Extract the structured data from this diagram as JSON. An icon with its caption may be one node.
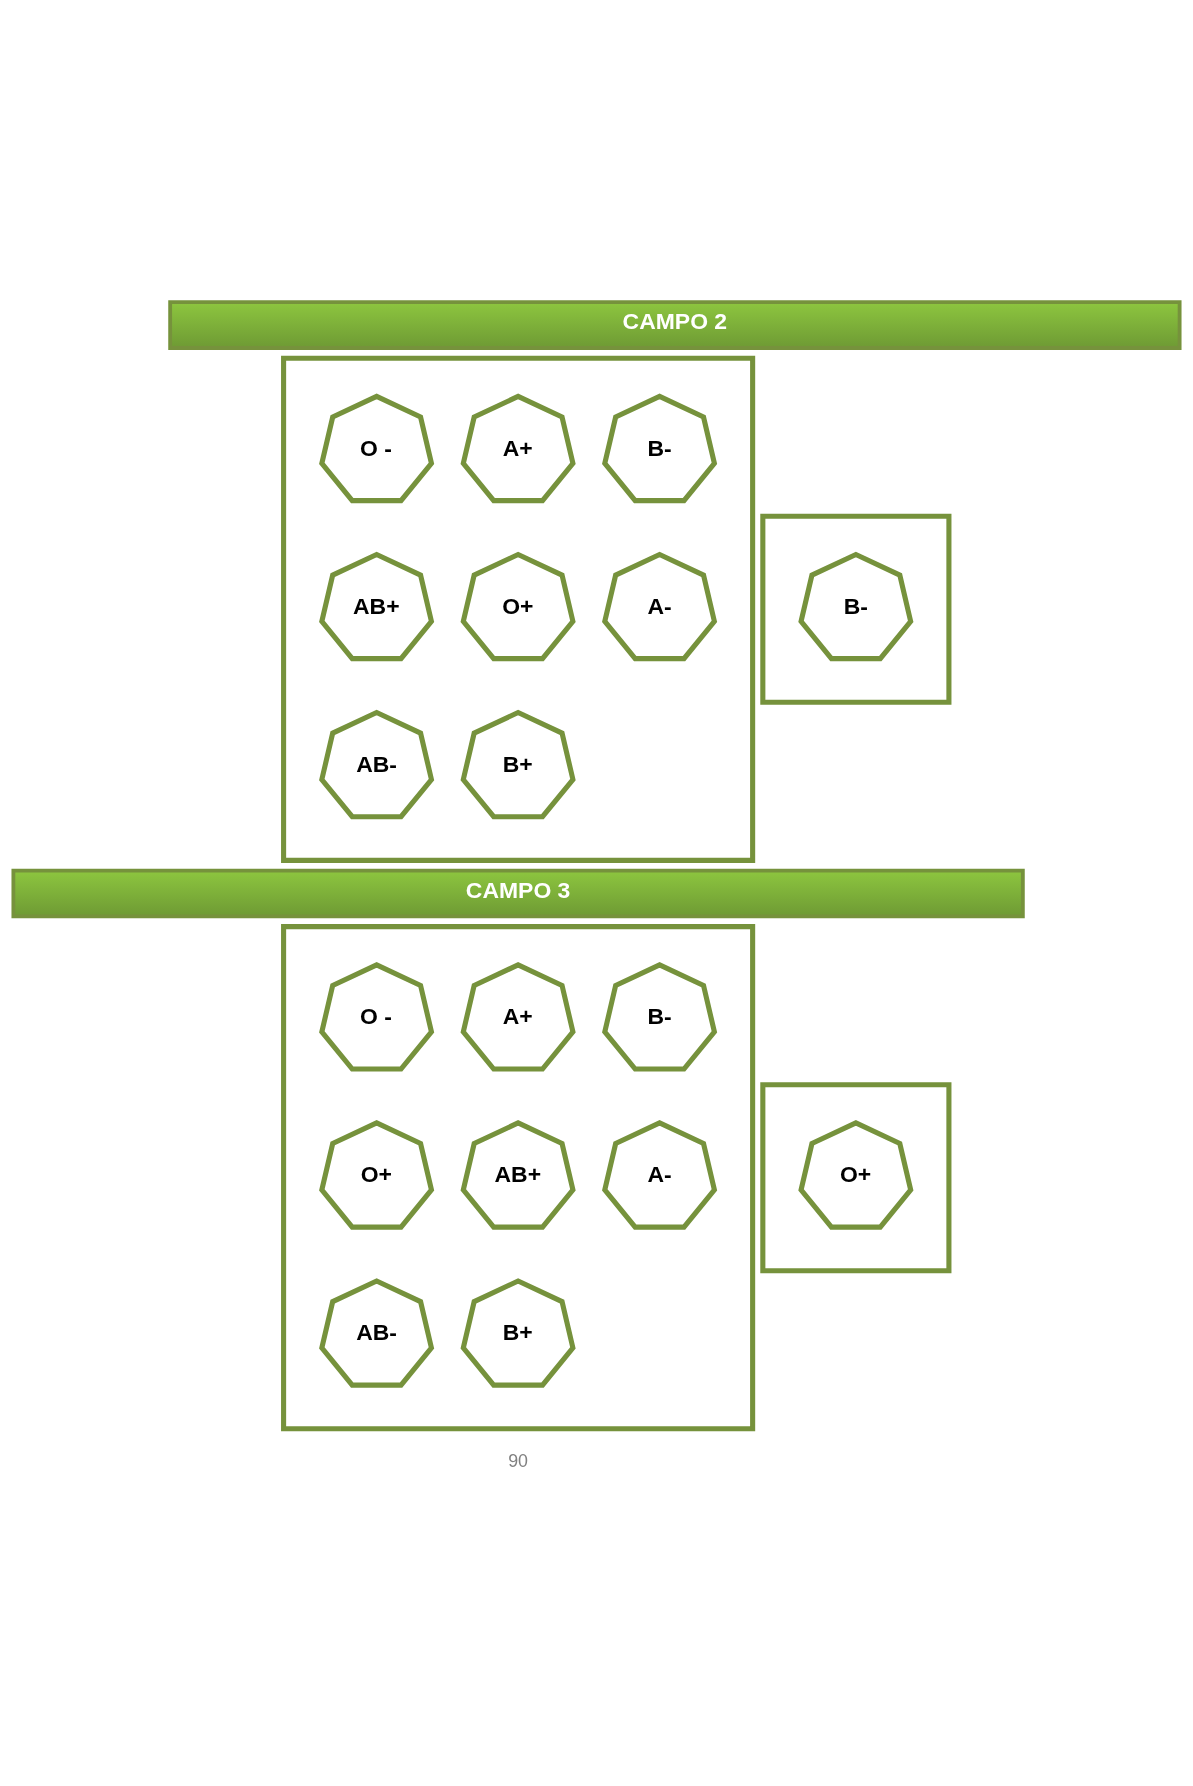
{
  "diagram": {
    "nodes": [
      {
        "text": [
          "CAMPO 2"
        ]
      },
      {
        "text": [],
        "shape": "box"
      },
      {
        "text": [
          "B-"
        ],
        "in": 1
      },
      {
        "text": [],
        "shape": "box"
      },
      {
        "text": [
          "O -"
        ],
        "in": 3
      },
      {
        "text": [
          "A+"
        ],
        "in": 3
      },
      {
        "text": [
          "B-"
        ],
        "in": 3
      },
      {
        "text": [
          "AB+"
        ],
        "in": 3
      },
      {
        "text": [
          "O+"
        ],
        "in": 3
      },
      {
        "text": [
          "A-"
        ],
        "in": 3
      },
      {
        "text": [
          "AB-"
        ],
        "in": 3
      },
      {
        "text": [
          "B+"
        ],
        "in": 3
      },
      {
        "text": [
          "CAMPO 3"
        ]
      },
      {
        "text": [],
        "shape": "box"
      },
      {
        "text": [
          "O+"
        ],
        "in": 13
      },
      {
        "text": [],
        "shape": "box"
      },
      {
        "text": [
          "O -"
        ],
        "in": 15
      },
      {
        "text": [
          "A+"
        ],
        "in": 15
      },
      {
        "text": [
          "B-"
        ],
        "in": 15
      },
      {
        "text": [
          "O+"
        ],
        "in": 15
      },
      {
        "text": [
          "AB+"
        ],
        "in": 15
      },
      {
        "text": [
          "A-"
        ],
        "in": 15
      },
      {
        "text": [
          "AB-"
        ],
        "in": 15
      },
      {
        "text": [
          "B+"
        ],
        "in": 15
      }
    ],
    "edges": [],
    "labels": [
      "90"
    ]
  }
}
